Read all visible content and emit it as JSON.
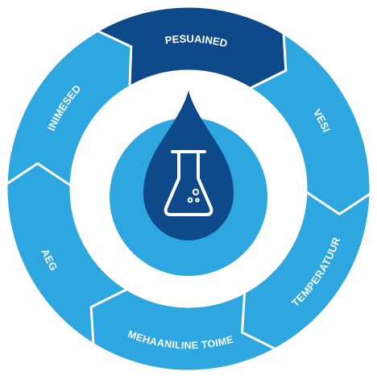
{
  "diagram": {
    "segments": [
      {
        "label": "PESUAINED",
        "color": "#0e4a8a"
      },
      {
        "label": "VESI",
        "color": "#2ea7e0"
      },
      {
        "label": "TEMPERATUUR",
        "color": "#2ea7e0"
      },
      {
        "label": "MEHAANILINE TOIME",
        "color": "#2ea7e0"
      },
      {
        "label": "AEG",
        "color": "#2ea7e0"
      },
      {
        "label": "INIMESED",
        "color": "#2ea7e0"
      }
    ],
    "center_icon": "lab-flask-icon",
    "colors": {
      "primary_dark": "#0e4a8a",
      "primary_light": "#2ea7e0",
      "label_text": "#ffffff",
      "background": "#ffffff"
    }
  }
}
